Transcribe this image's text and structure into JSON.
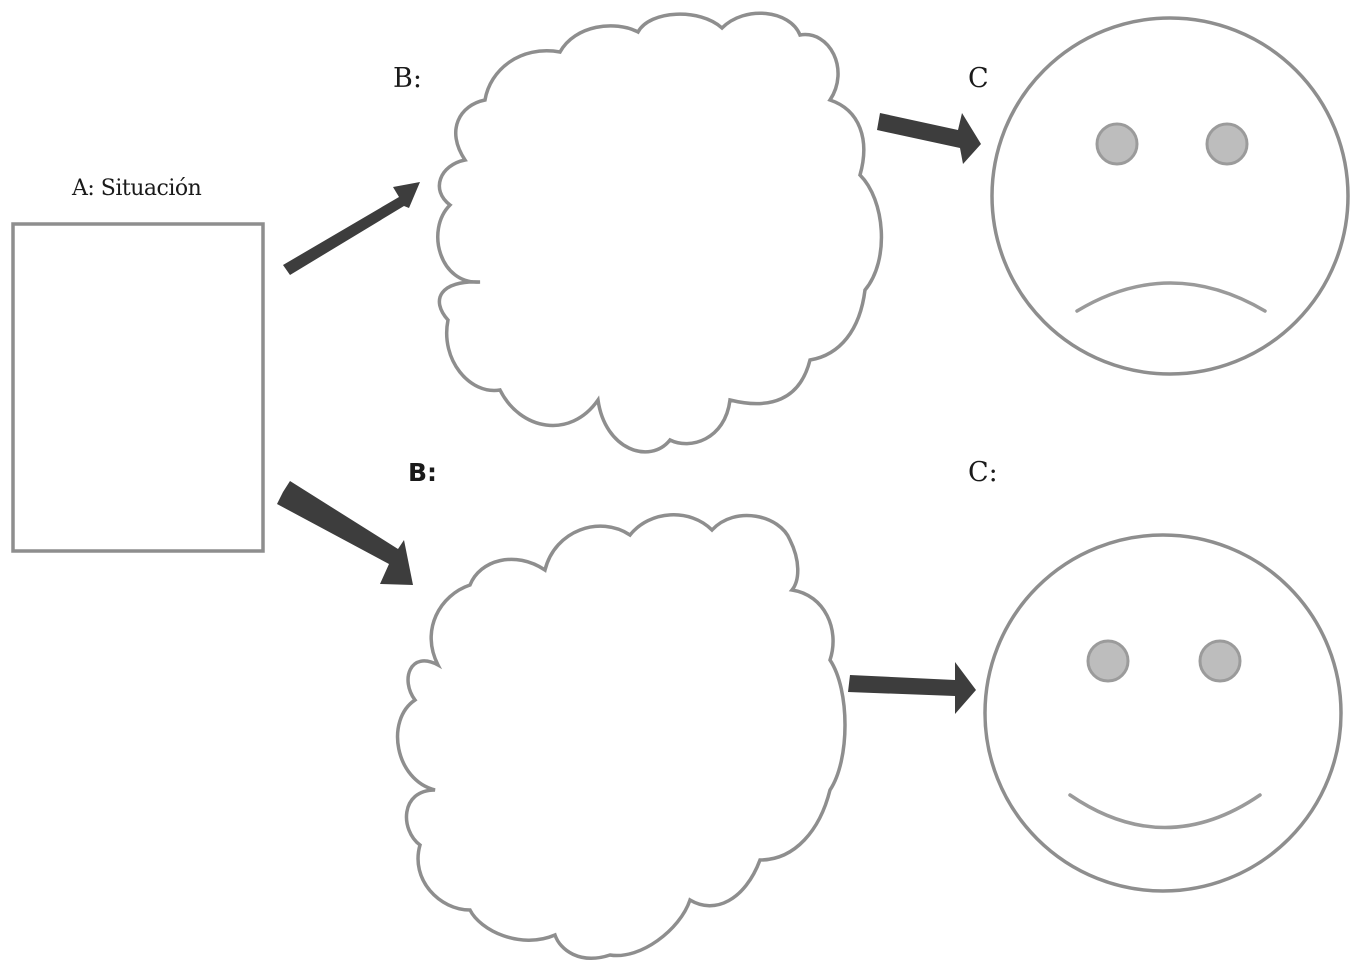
{
  "labels": {
    "situation": "A: Situación",
    "belief_top": "B:",
    "consequence_top": "C",
    "belief_bottom": "B:",
    "consequence_bottom": "C:"
  },
  "faces": {
    "top": "sad-face",
    "bottom": "happy-face"
  },
  "colors": {
    "outline": "#8e8e8e",
    "arrow": "#3d3d3d",
    "eye": "#bdbdbd"
  }
}
